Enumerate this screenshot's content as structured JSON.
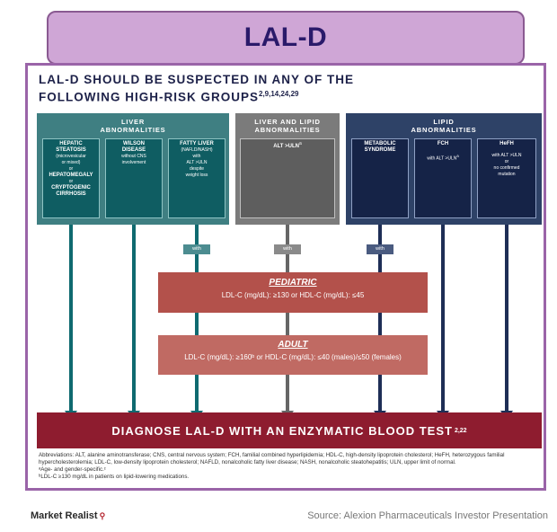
{
  "title": "LAL-D",
  "heading": {
    "line1": "LAL-D SHOULD BE SUSPECTED IN ANY OF THE",
    "line2": "FOLLOWING HIGH-RISK GROUPS",
    "refs": "2,9,14,24,29"
  },
  "groups": {
    "liver": {
      "line1": "LIVER",
      "line2": "ABNORMALITIES"
    },
    "mixed": {
      "line1": "LIVER AND LIPID",
      "line2": "ABNORMALITIES"
    },
    "lipid": {
      "line1": "LIPID",
      "line2": "ABNORMALITIES"
    }
  },
  "boxes": {
    "hepatic": {
      "t1": "HEPATIC",
      "t2": "STEATOSIS",
      "n1": "(microvesicular",
      "n2": "or mixed)",
      "or1": "or",
      "t3": "HEPATOMEGALY",
      "or2": "or",
      "t4": "CRYPTOGENIC",
      "t5": "CIRRHOSIS"
    },
    "wilson": {
      "t1": "WILSON",
      "t2": "DISEASE",
      "n1": "without CNS",
      "n2": "involvement"
    },
    "fatty": {
      "t1": "FATTY LIVER",
      "n1": "(NAFLD/NASH)",
      "n2": "with",
      "n3": "ALT >ULN",
      "n4": "despite",
      "n5": "weight loss"
    },
    "alt": {
      "t1": "ALT >ULN",
      "sup": "a"
    },
    "metabolic": {
      "t1": "METABOLIC",
      "t2": "SYNDROME"
    },
    "fch": {
      "t1": "FCH",
      "n1": "with ALT >ULN",
      "sup": "a"
    },
    "hefh": {
      "t1": "HeFH",
      "n1": "with ALT >ULN",
      "n2": "or",
      "n3": "no confirmed",
      "n4": "mutation"
    }
  },
  "with_label": "with",
  "pediatric": {
    "title": "PEDIATRIC",
    "criteria": "LDL-C (mg/dL): ≥130 or HDL-C (mg/dL): ≤45"
  },
  "adult": {
    "title": "ADULT",
    "criteria": "LDL-C (mg/dL): ≥160ᵇ or HDL-C (mg/dL): ≤40 (males)/≤50 (females)"
  },
  "diagnose": {
    "text": "DIAGNOSE LAL-D WITH AN ENZYMATIC BLOOD TEST",
    "refs": "2,22"
  },
  "footnotes": {
    "abbrev": "Abbreviations: ALT, alanine aminotransferase; CNS, central nervous system; FCH, familial combined hyperlipidemia; HDL-C, high-density lipoprotein cholesterol; HeFH, heterozygous familial hypercholesterolemia; LDL-C, low-density lipoprotein cholesterol; NAFLD, nonalcoholic fatty liver disease; NASH, nonalcoholic steatohepatitis; ULN, upper limit of normal.",
    "a": "ᵃAge- and gender-specific.ᶜ",
    "b": "ᵇLDL-C ≥130 mg/dL in patients on lipid-lowering medications."
  },
  "brand": "Market Realist",
  "source": "Source: Alexion Pharmaceuticals Investor Presentation",
  "colors": {
    "banner": "#cfa6d6",
    "frame": "#9a64a8",
    "liver": "#0f5d62",
    "mixed": "#5e5e5e",
    "lipid": "#152347",
    "pediatric": "#b3514b",
    "adult": "#c06a63",
    "diagnose": "#8e1c2f"
  }
}
